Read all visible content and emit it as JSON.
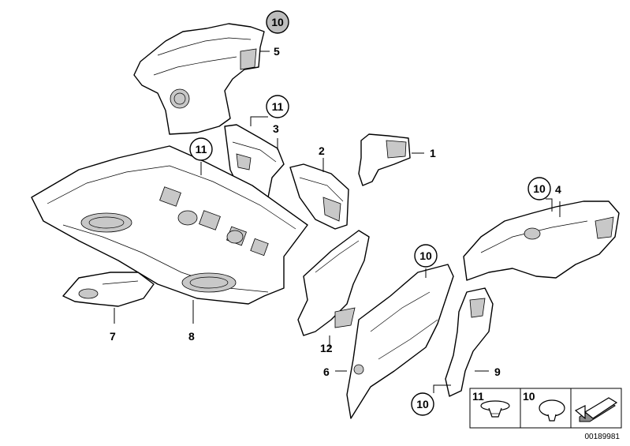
{
  "diagram": {
    "labels": [
      {
        "id": "p5",
        "text": "5"
      },
      {
        "id": "p3",
        "text": "3"
      },
      {
        "id": "p2",
        "text": "2"
      },
      {
        "id": "p1",
        "text": "1"
      },
      {
        "id": "p4",
        "text": "4"
      },
      {
        "id": "p7",
        "text": "7"
      },
      {
        "id": "p8",
        "text": "8"
      },
      {
        "id": "p12",
        "text": "12"
      },
      {
        "id": "p6",
        "text": "6"
      },
      {
        "id": "p9",
        "text": "9"
      }
    ],
    "circled": [
      {
        "id": "c10a",
        "text": "10",
        "highlighted": true
      },
      {
        "id": "c11a",
        "text": "11"
      },
      {
        "id": "c11b",
        "text": "11"
      },
      {
        "id": "c10b",
        "text": "10"
      },
      {
        "id": "c10c",
        "text": "10"
      },
      {
        "id": "c10d",
        "text": "10"
      }
    ],
    "legend": [
      {
        "num": "11",
        "item": "clip"
      },
      {
        "num": "10",
        "item": "grommet"
      },
      {
        "num": "",
        "item": "direction-arrow"
      }
    ],
    "reference_number": "00189981",
    "colors": {
      "line": "#000000",
      "shade": "#c8c8c8",
      "highlight": "#bdbdbd"
    }
  }
}
